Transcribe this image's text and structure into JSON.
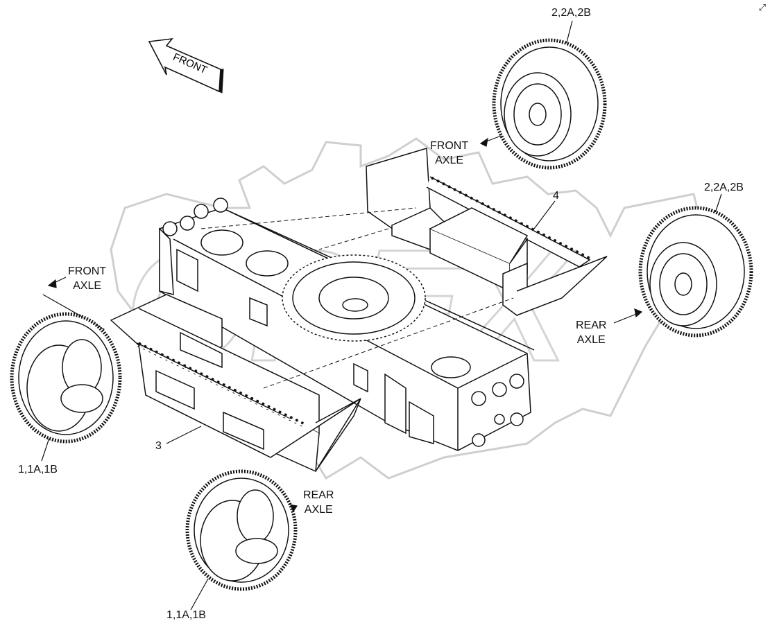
{
  "watermark": {
    "text": "OPEX",
    "color": "#d9d9d9"
  },
  "direction_arrow": {
    "text": "FRONT"
  },
  "callouts": {
    "front_right_wheel": "2,2A,2B",
    "rear_right_wheel": "2,2A,2B",
    "front_left_wheel": "1,1A,1B",
    "rear_left_wheel": "1,1A,1B",
    "left_fender": "3",
    "right_fender": "4"
  },
  "axle_labels": {
    "front_upper": {
      "line1": "FRONT",
      "line2": "AXLE"
    },
    "rear_right": {
      "line1": "REAR",
      "line2": "AXLE"
    },
    "front_left": {
      "line1": "FRONT",
      "line2": "AXLE"
    },
    "rear_bottom": {
      "line1": "REAR",
      "line2": "AXLE"
    }
  },
  "icons": {
    "corner": "expand-icon"
  },
  "colors": {
    "line": "#1a1a1a",
    "fill": "#ffffff"
  }
}
